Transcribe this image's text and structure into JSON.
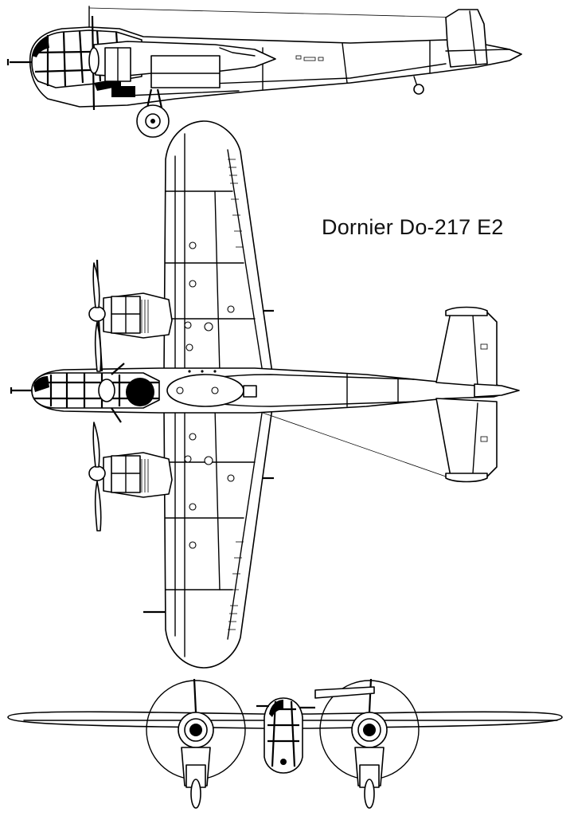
{
  "title": "Dornier Do-217 E2",
  "views": {
    "side": "side-view",
    "top": "top-view",
    "front": "front-view"
  },
  "colors": {
    "ink": "#000000",
    "paper": "#ffffff",
    "title": "#111111"
  }
}
